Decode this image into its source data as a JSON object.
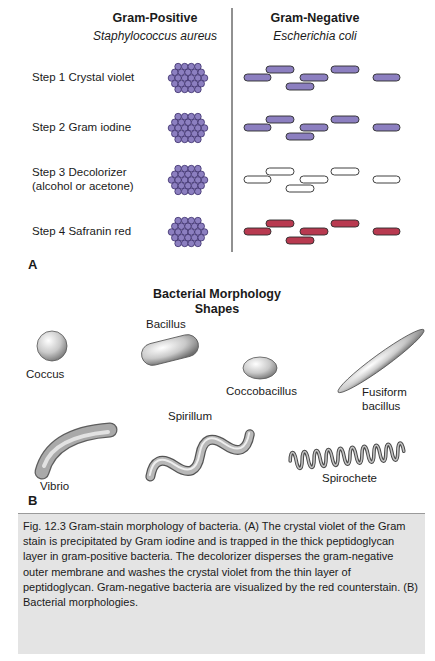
{
  "diagram": {
    "caption": "Fig. 12.3 Gram-stain morphology of bacteria. (A) The crystal violet of the Gram stain is precipitated by Gram iodine and is trapped in the thick peptidoglycan layer in gram-positive bacteria. The decolorizer disperses the gram-negative outer membrane and washes the crystal violet from the thin layer of peptidoglycan. Gram-negative bacteria are visualized by the red counterstain. (B) Bacterial morphologies.",
    "labels": [
      "Gram-Positive",
      "Staphylococcus aureus",
      "Gram-Negative",
      "Escherichia coli",
      "Step 1 Crystal violet",
      "Step 2 Gram iodine",
      "Step 3 Decolorizer (alcohol or acetone)",
      "Step 4 Safranin red",
      "A",
      "Bacterial Morphology Shapes",
      "Bacillus",
      "Coccus",
      "Coccobacillus",
      "Fusiform bacillus",
      "Vibrio",
      "Spirillum",
      "Spirochete",
      "B"
    ]
  }
}
